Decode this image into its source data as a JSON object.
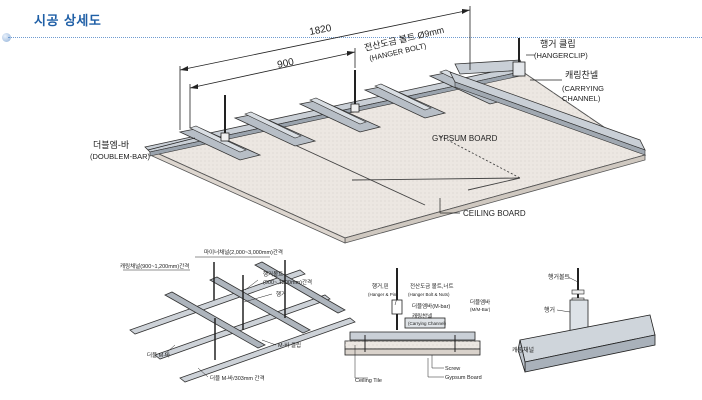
{
  "header": {
    "title": "시공 상세도"
  },
  "main_diagram": {
    "dim_outer": "1820",
    "dim_inner": "900",
    "hanger_bolt_ko": "전산도금 볼트 Ø9mm",
    "hanger_bolt_en": "(HANGER BOLT)",
    "hanger_clip_ko": "행거 클립",
    "hanger_clip_en": "(HANGERCLIP)",
    "carrying_channel_ko": "캐링찬넬",
    "carrying_channel_en1": "(CARRYING",
    "carrying_channel_en2": "CHANNEL)",
    "double_m_bar_ko": "더블엠-바",
    "double_m_bar_en": "(DOUBLEM-BAR)",
    "gypsum_board": "GYPSUM BOARD",
    "ceiling_board": "CEILING BOARD"
  },
  "grid_diagram": {
    "carrying_spacing": "캐링채널(900~1,200mm)간격",
    "hanger_bolt_spacing": "마이너채널(2,000~3,000mm)간격",
    "hanger_bolt_detail1": "행거볼트",
    "hanger_bolt_detail2": "(900~,1200mm)간격",
    "hanger": "행거",
    "double_m_bar": "더블 M-바",
    "single_m_clip": "M-바 클립",
    "single_m_bar": "더블 M-바/303mm 간격"
  },
  "section_diagram": {
    "hanger_pin_ko": "행거,핀",
    "hanger_pin_en": "(Hanger & Pin)",
    "bolt_nut_ko": "전산도금 볼트,너트",
    "bolt_nut_en": "(Hanger Bolt & Nuts)",
    "double_m_bar_ko": "더블엠바(M-bar)",
    "carrying_ko": "캐링찬넬",
    "carrying_en": "(Carrying Channel)",
    "double_m_bar_ko2": "더블엠바",
    "double_m_bar_en2": "(M/M-Bar)",
    "ceiling_tile": "Ceiling Tile",
    "screw": "Screw",
    "gypsum": "Gypsum Board"
  },
  "clip_diagram": {
    "hanger_bolt": "행거볼트",
    "hanger": "행거",
    "carrying_channel": "캐링채널"
  }
}
